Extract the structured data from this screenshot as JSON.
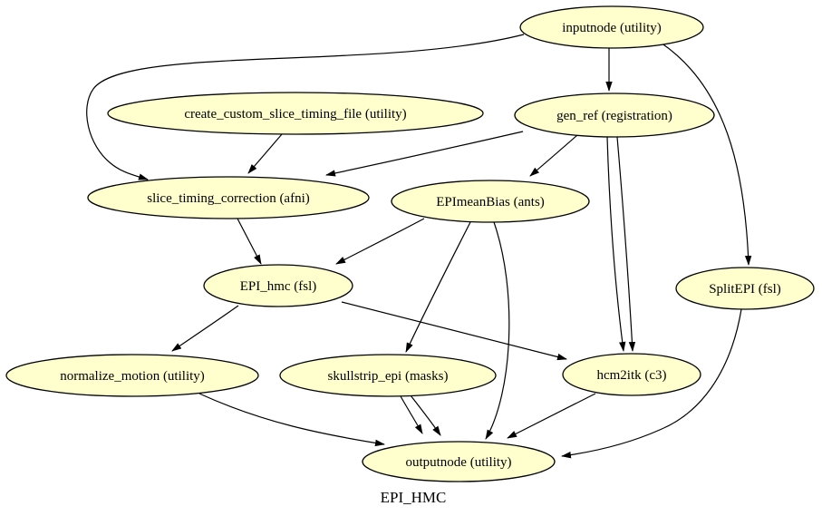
{
  "diagram": {
    "caption": "EPI_HMC",
    "colors": {
      "node_fill": "#FFFFCE",
      "node_stroke": "#000000",
      "edge": "#000000",
      "background": "#FFFFFF"
    },
    "nodes": [
      {
        "id": "inputnode",
        "label": "inputnode (utility)"
      },
      {
        "id": "create_custom_slice_timing_file",
        "label": "create_custom_slice_timing_file (utility)"
      },
      {
        "id": "gen_ref",
        "label": "gen_ref (registration)"
      },
      {
        "id": "slice_timing_correction",
        "label": "slice_timing_correction (afni)"
      },
      {
        "id": "EPImeanBias",
        "label": "EPImeanBias (ants)"
      },
      {
        "id": "SplitEPI",
        "label": "SplitEPI (fsl)"
      },
      {
        "id": "EPI_hmc",
        "label": "EPI_hmc (fsl)"
      },
      {
        "id": "normalize_motion",
        "label": "normalize_motion (utility)"
      },
      {
        "id": "skullstrip_epi",
        "label": "skullstrip_epi (masks)"
      },
      {
        "id": "hcm2itk",
        "label": "hcm2itk (c3)"
      },
      {
        "id": "outputnode",
        "label": "outputnode (utility)"
      }
    ],
    "edges": [
      {
        "from": "inputnode",
        "to": "gen_ref"
      },
      {
        "from": "inputnode",
        "to": "slice_timing_correction"
      },
      {
        "from": "inputnode",
        "to": "SplitEPI"
      },
      {
        "from": "create_custom_slice_timing_file",
        "to": "slice_timing_correction"
      },
      {
        "from": "gen_ref",
        "to": "slice_timing_correction"
      },
      {
        "from": "gen_ref",
        "to": "EPImeanBias"
      },
      {
        "from": "gen_ref",
        "to": "hcm2itk",
        "index": 1
      },
      {
        "from": "gen_ref",
        "to": "hcm2itk",
        "index": 2
      },
      {
        "from": "slice_timing_correction",
        "to": "EPI_hmc"
      },
      {
        "from": "EPImeanBias",
        "to": "EPI_hmc"
      },
      {
        "from": "EPImeanBias",
        "to": "skullstrip_epi"
      },
      {
        "from": "EPImeanBias",
        "to": "outputnode"
      },
      {
        "from": "EPI_hmc",
        "to": "normalize_motion"
      },
      {
        "from": "EPI_hmc",
        "to": "hcm2itk"
      },
      {
        "from": "normalize_motion",
        "to": "outputnode"
      },
      {
        "from": "skullstrip_epi",
        "to": "outputnode",
        "index": 1
      },
      {
        "from": "skullstrip_epi",
        "to": "outputnode",
        "index": 2
      },
      {
        "from": "hcm2itk",
        "to": "outputnode"
      },
      {
        "from": "SplitEPI",
        "to": "outputnode"
      }
    ]
  }
}
